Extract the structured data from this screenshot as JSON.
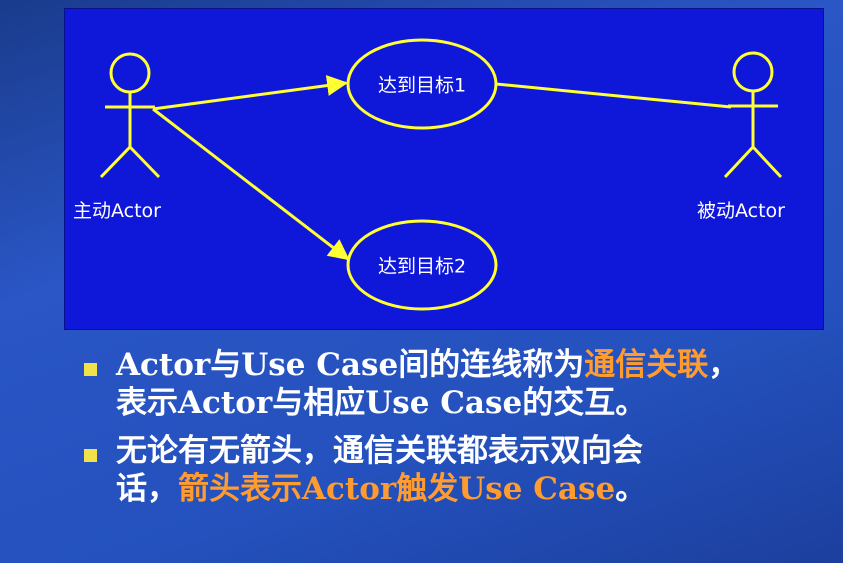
{
  "diagram": {
    "actors": {
      "primary": "主动Actor",
      "secondary": "被动Actor"
    },
    "use_cases": {
      "uc1": "达到目标1",
      "uc2": "达到目标2"
    }
  },
  "bullets": [
    {
      "l1_a": "Actor与Use Case间的连线称为",
      "l1_b": "通信关联",
      "l1_c": "，",
      "l2": "表示Actor与相应Use Case的交互。"
    },
    {
      "l1": "无论有无箭头，通信关联都表示双向会",
      "l2_a": "话，",
      "l2_b": "箭头表示Actor触发Use Case",
      "l2_c": "。"
    }
  ],
  "colors": {
    "panel": "#0f17d9",
    "stroke": "#ffff33",
    "accent_text": "#ff9b2f",
    "bullet": "#f2e24a"
  }
}
